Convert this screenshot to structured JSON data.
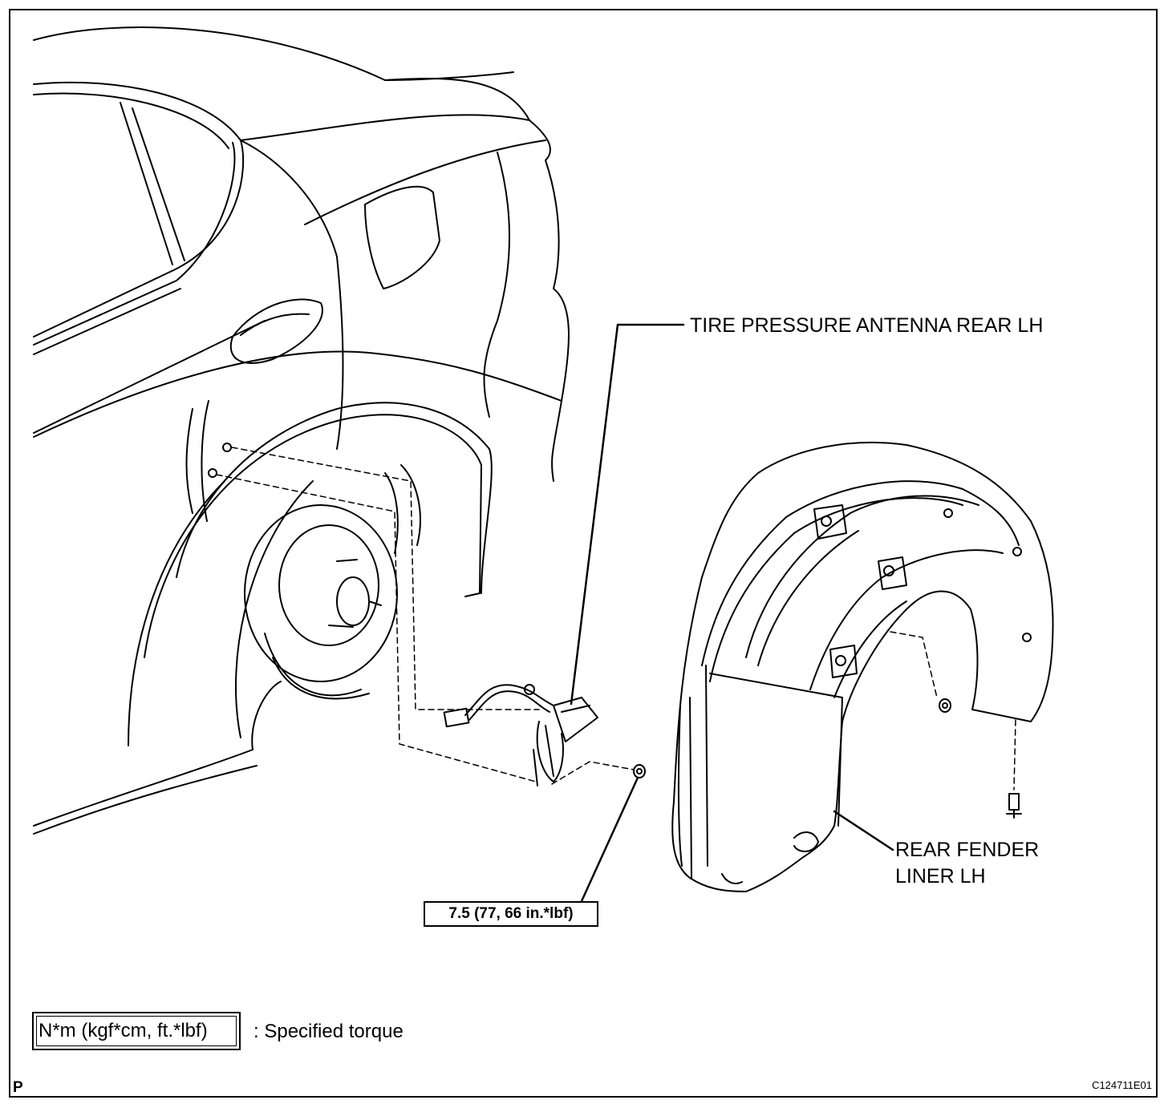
{
  "labels": {
    "antenna": "TIRE PRESSURE ANTENNA REAR LH",
    "liner_line1": "REAR FENDER",
    "liner_line2": "LINER LH"
  },
  "torque": {
    "value": "7.5 (77, 66 in.*lbf)"
  },
  "legend": {
    "unit_box": "N*m (kgf*cm, ft.*lbf)",
    "description": ": Specified torque"
  },
  "footer": {
    "corner_mark": "P",
    "figure_code": "C124711E01"
  },
  "colors": {
    "line": "#000000",
    "background": "#ffffff"
  }
}
